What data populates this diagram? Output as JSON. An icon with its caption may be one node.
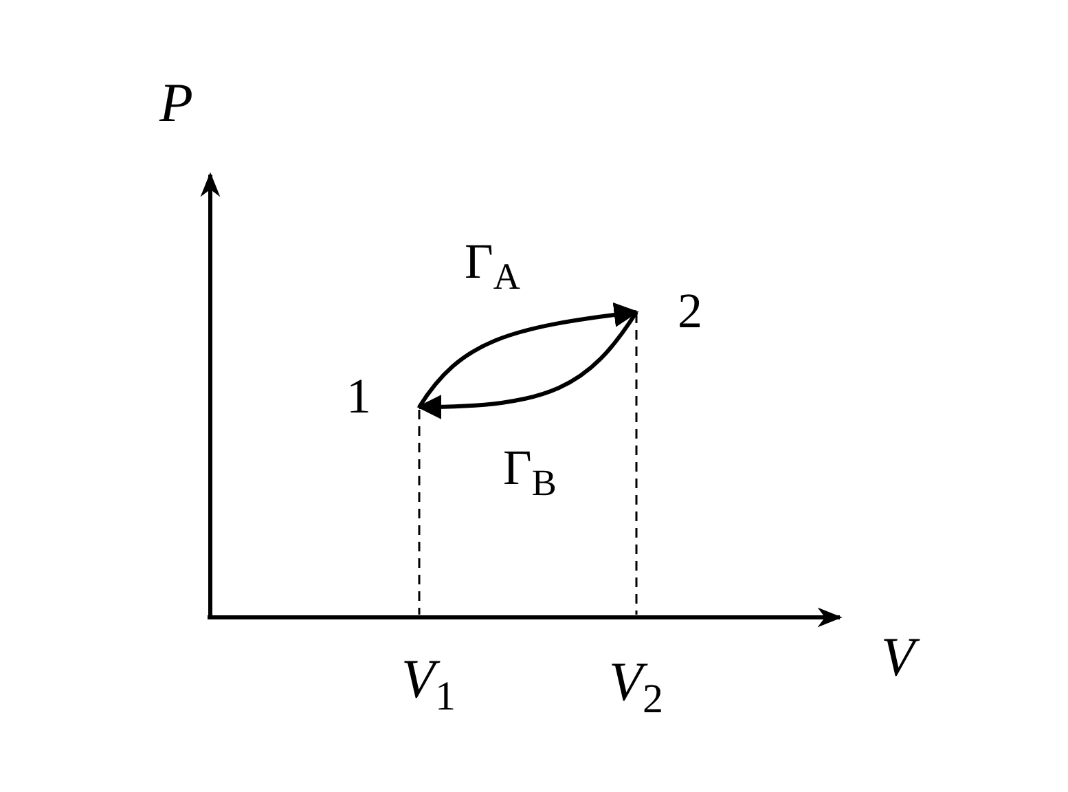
{
  "diagram": {
    "nodes": [
      {
        "text": [
          "1"
        ]
      },
      {
        "text": [
          "2"
        ]
      }
    ],
    "edges": [
      {
        "from": 0,
        "to": 1,
        "arrow": "to",
        "label": "Γ$_{A}$"
      },
      {
        "from": 1,
        "to": 0,
        "arrow": "to",
        "label": "Γ$_{B}$"
      }
    ],
    "labels": [
      "*P*",
      "*V*",
      "*V*$_{1}$",
      "*V*$_{2}$"
    ]
  }
}
